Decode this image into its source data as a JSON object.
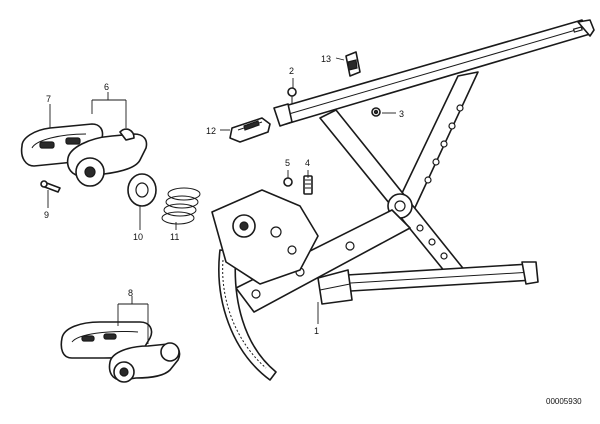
{
  "diagram": {
    "doc_number": "00005930",
    "callouts": [
      {
        "id": "c1",
        "label": "1"
      },
      {
        "id": "c2",
        "label": "2"
      },
      {
        "id": "c3",
        "label": "3"
      },
      {
        "id": "c4",
        "label": "4"
      },
      {
        "id": "c5",
        "label": "5"
      },
      {
        "id": "c6",
        "label": "6"
      },
      {
        "id": "c7",
        "label": "7"
      },
      {
        "id": "c8",
        "label": "8"
      },
      {
        "id": "c9",
        "label": "9"
      },
      {
        "id": "c10",
        "label": "10"
      },
      {
        "id": "c11",
        "label": "11"
      },
      {
        "id": "c12",
        "label": "12"
      },
      {
        "id": "c13",
        "label": "13"
      }
    ]
  }
}
